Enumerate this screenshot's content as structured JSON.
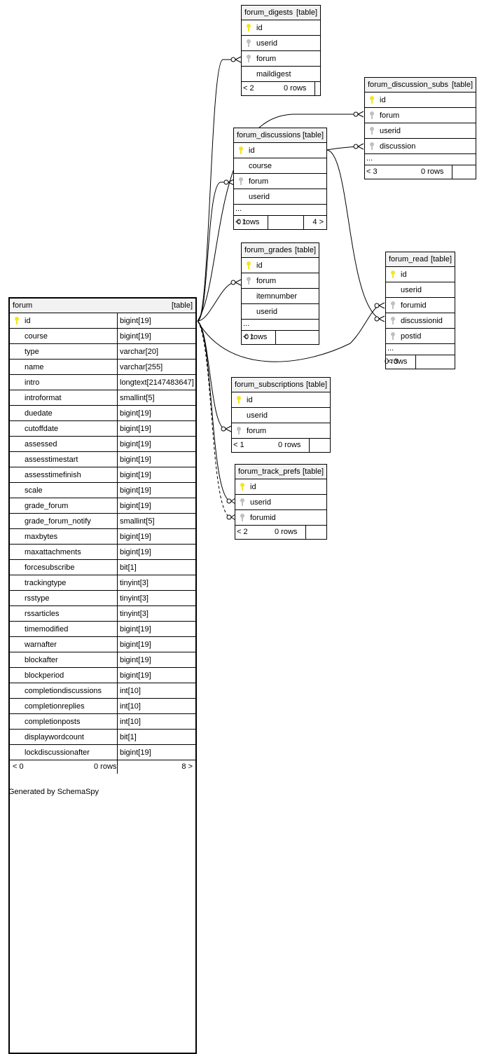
{
  "footer_text": "Generated by SchemaSpy",
  "key_colors": {
    "primary": "#f5e61e",
    "foreign": "#c0c0c0"
  },
  "main_table": {
    "name": "forum",
    "tag": "[table]",
    "columns": [
      {
        "name": "id",
        "type": "bigint[19]",
        "key": "primary"
      },
      {
        "name": "course",
        "type": "bigint[19]"
      },
      {
        "name": "type",
        "type": "varchar[20]"
      },
      {
        "name": "name",
        "type": "varchar[255]"
      },
      {
        "name": "intro",
        "type": "longtext[2147483647]"
      },
      {
        "name": "introformat",
        "type": "smallint[5]"
      },
      {
        "name": "duedate",
        "type": "bigint[19]"
      },
      {
        "name": "cutoffdate",
        "type": "bigint[19]"
      },
      {
        "name": "assessed",
        "type": "bigint[19]"
      },
      {
        "name": "assesstimestart",
        "type": "bigint[19]"
      },
      {
        "name": "assesstimefinish",
        "type": "bigint[19]"
      },
      {
        "name": "scale",
        "type": "bigint[19]"
      },
      {
        "name": "grade_forum",
        "type": "bigint[19]"
      },
      {
        "name": "grade_forum_notify",
        "type": "smallint[5]"
      },
      {
        "name": "maxbytes",
        "type": "bigint[19]"
      },
      {
        "name": "maxattachments",
        "type": "bigint[19]"
      },
      {
        "name": "forcesubscribe",
        "type": "bit[1]"
      },
      {
        "name": "trackingtype",
        "type": "tinyint[3]"
      },
      {
        "name": "rsstype",
        "type": "tinyint[3]"
      },
      {
        "name": "rssarticles",
        "type": "tinyint[3]"
      },
      {
        "name": "timemodified",
        "type": "bigint[19]"
      },
      {
        "name": "warnafter",
        "type": "bigint[19]"
      },
      {
        "name": "blockafter",
        "type": "bigint[19]"
      },
      {
        "name": "blockperiod",
        "type": "bigint[19]"
      },
      {
        "name": "completiondiscussions",
        "type": "int[10]"
      },
      {
        "name": "completionreplies",
        "type": "int[10]"
      },
      {
        "name": "completionposts",
        "type": "int[10]"
      },
      {
        "name": "displaywordcount",
        "type": "bit[1]"
      },
      {
        "name": "lockdiscussionafter",
        "type": "bigint[19]"
      }
    ],
    "footer": {
      "parents": "< 0",
      "rows": "0 rows",
      "children": "8 >"
    }
  },
  "tables": [
    {
      "id": "digests",
      "name": "forum_digests",
      "tag": "[table]",
      "columns": [
        {
          "name": "id",
          "key": "primary"
        },
        {
          "name": "userid",
          "key": "foreign"
        },
        {
          "name": "forum",
          "key": "foreign"
        },
        {
          "name": "maildigest"
        }
      ],
      "ellipsis": false,
      "footer": {
        "parents": "< 2",
        "rows": "0 rows",
        "children": ""
      }
    },
    {
      "id": "subs",
      "name": "forum_discussion_subs",
      "tag": "[table]",
      "columns": [
        {
          "name": "id",
          "key": "primary"
        },
        {
          "name": "forum",
          "key": "foreign"
        },
        {
          "name": "userid",
          "key": "foreign"
        },
        {
          "name": "discussion",
          "key": "foreign"
        }
      ],
      "ellipsis": true,
      "footer": {
        "parents": "< 3",
        "rows": "0 rows",
        "children": ""
      }
    },
    {
      "id": "discussions",
      "name": "forum_discussions",
      "tag": "[table]",
      "columns": [
        {
          "name": "id",
          "key": "primary"
        },
        {
          "name": "course"
        },
        {
          "name": "forum",
          "key": "foreign"
        },
        {
          "name": "userid"
        }
      ],
      "ellipsis": true,
      "footer": {
        "parents": "< 1",
        "rows": "0 rows",
        "children": "4 >"
      }
    },
    {
      "id": "grades",
      "name": "forum_grades",
      "tag": "[table]",
      "columns": [
        {
          "name": "id",
          "key": "primary"
        },
        {
          "name": "forum",
          "key": "foreign"
        },
        {
          "name": "itemnumber"
        },
        {
          "name": "userid"
        }
      ],
      "ellipsis": true,
      "footer": {
        "parents": "< 1",
        "rows": "0 rows",
        "children": ""
      }
    },
    {
      "id": "read",
      "name": "forum_read",
      "tag": "[table]",
      "columns": [
        {
          "name": "id",
          "key": "primary"
        },
        {
          "name": "userid"
        },
        {
          "name": "forumid",
          "key": "foreign"
        },
        {
          "name": "discussionid",
          "key": "foreign"
        },
        {
          "name": "postid",
          "key": "foreign"
        }
      ],
      "ellipsis": true,
      "footer": {
        "parents": "< 3",
        "rows": "0 rows",
        "children": ""
      }
    },
    {
      "id": "subscriptions",
      "name": "forum_subscriptions",
      "tag": "[table]",
      "columns": [
        {
          "name": "id",
          "key": "primary"
        },
        {
          "name": "userid"
        },
        {
          "name": "forum",
          "key": "foreign"
        }
      ],
      "ellipsis": false,
      "footer": {
        "parents": "< 1",
        "rows": "0 rows",
        "children": ""
      }
    },
    {
      "id": "trackprefs",
      "name": "forum_track_prefs",
      "tag": "[table]",
      "columns": [
        {
          "name": "id",
          "key": "primary"
        },
        {
          "name": "userid",
          "key": "foreign"
        },
        {
          "name": "forumid",
          "key": "foreign"
        }
      ],
      "ellipsis": false,
      "footer": {
        "parents": "< 2",
        "rows": "0 rows",
        "children": ""
      }
    }
  ]
}
